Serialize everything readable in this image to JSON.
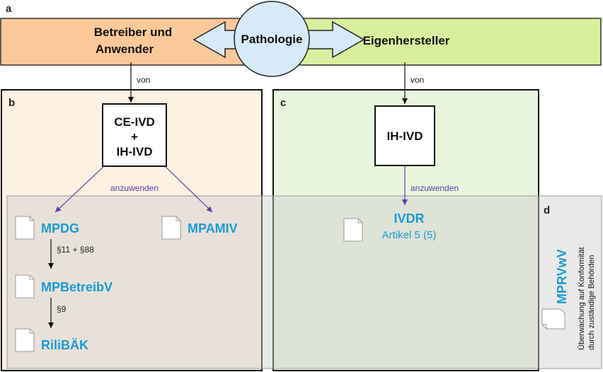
{
  "labels": {
    "a": "a",
    "b": "b",
    "c": "c",
    "d": "d"
  },
  "header": {
    "left_line1": "Betreiber und",
    "left_line2": "Anwender",
    "center": "Pathologie",
    "right": "Eigenhersteller"
  },
  "connectors": {
    "von_left": "von",
    "von_right": "von",
    "anzuwenden_left": "anzuwenden",
    "anzuwenden_right": "anzuwenden",
    "para_11_88": "§11 + §88",
    "para_9": "§9"
  },
  "boxes": {
    "b_line1": "CE-IVD",
    "b_line2": "+",
    "b_line3": "IH-IVD",
    "c": "IH-IVD"
  },
  "documents": {
    "mpdg": "MPDG",
    "mpamiv": "MPAMIV",
    "mpbetreibv": "MPBetreibV",
    "rilibaek": "RiliBÄK",
    "ivdr": "IVDR",
    "ivdr_sub": "Artikel 5 (5)",
    "mprvwv": "MPRVwV",
    "mprvwv_desc1": "Überwachung auf Konformität",
    "mprvwv_desc2": "durch zuständige Behörden"
  },
  "colors": {
    "orange_band": "#fbc89a",
    "green_band": "#d9ee9f",
    "panel_b_fill": "#fdf1e2",
    "panel_c_fill": "#e9f5dd",
    "overlay": "#e6e6e6",
    "doc_blue": "#1a9ad6",
    "arrow_purple": "#5a3ea8",
    "circle_fill": "#d6eaf7"
  }
}
